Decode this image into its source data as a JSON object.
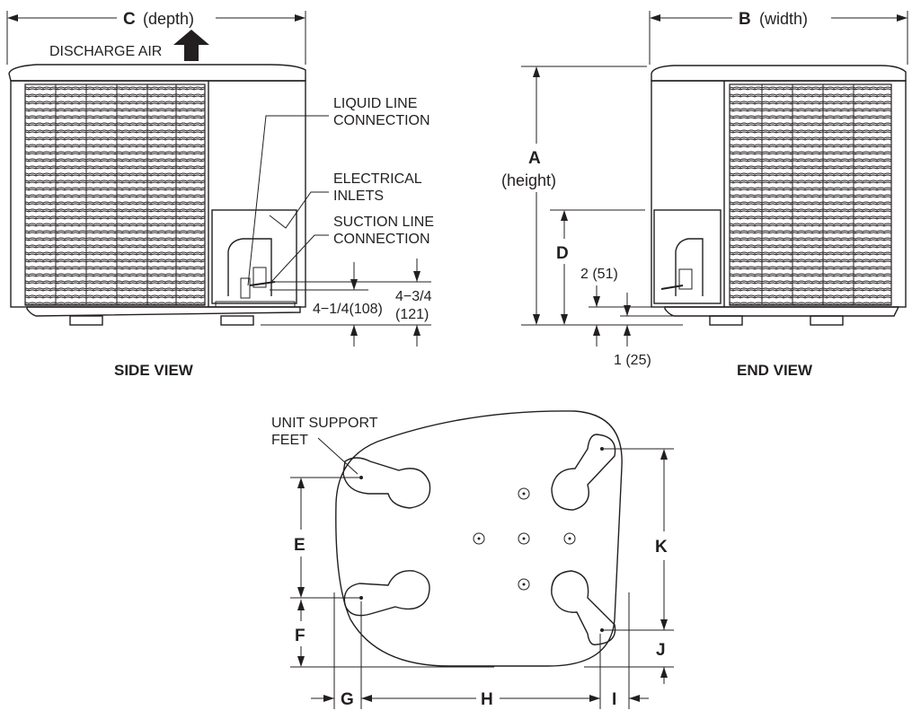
{
  "side_view": {
    "depth_letter": "C",
    "depth_label": "(depth)",
    "discharge_air": "DISCHARGE AIR",
    "liquid_line_1": "LIQUID LINE",
    "liquid_line_2": "CONNECTION",
    "electrical_1": "ELECTRICAL",
    "electrical_2": "INLETS",
    "suction_1": "SUCTION LINE",
    "suction_2": "CONNECTION",
    "dim_low": "4−1/4(108)",
    "dim_high_1": "4−3/4",
    "dim_high_2": "(121)",
    "caption": "SIDE VIEW"
  },
  "end_view": {
    "width_letter": "B",
    "width_label": "(width)",
    "height_letter": "A",
    "height_label": "(height)",
    "d_letter": "D",
    "dim_2": "2 (51)",
    "dim_1": "1 (25)",
    "caption": "END VIEW"
  },
  "base_view": {
    "support_feet_1": "UNIT SUPPORT",
    "support_feet_2": "FEET",
    "letters": {
      "E": "E",
      "F": "F",
      "G": "G",
      "H": "H",
      "I": "I",
      "J": "J",
      "K": "K"
    }
  }
}
